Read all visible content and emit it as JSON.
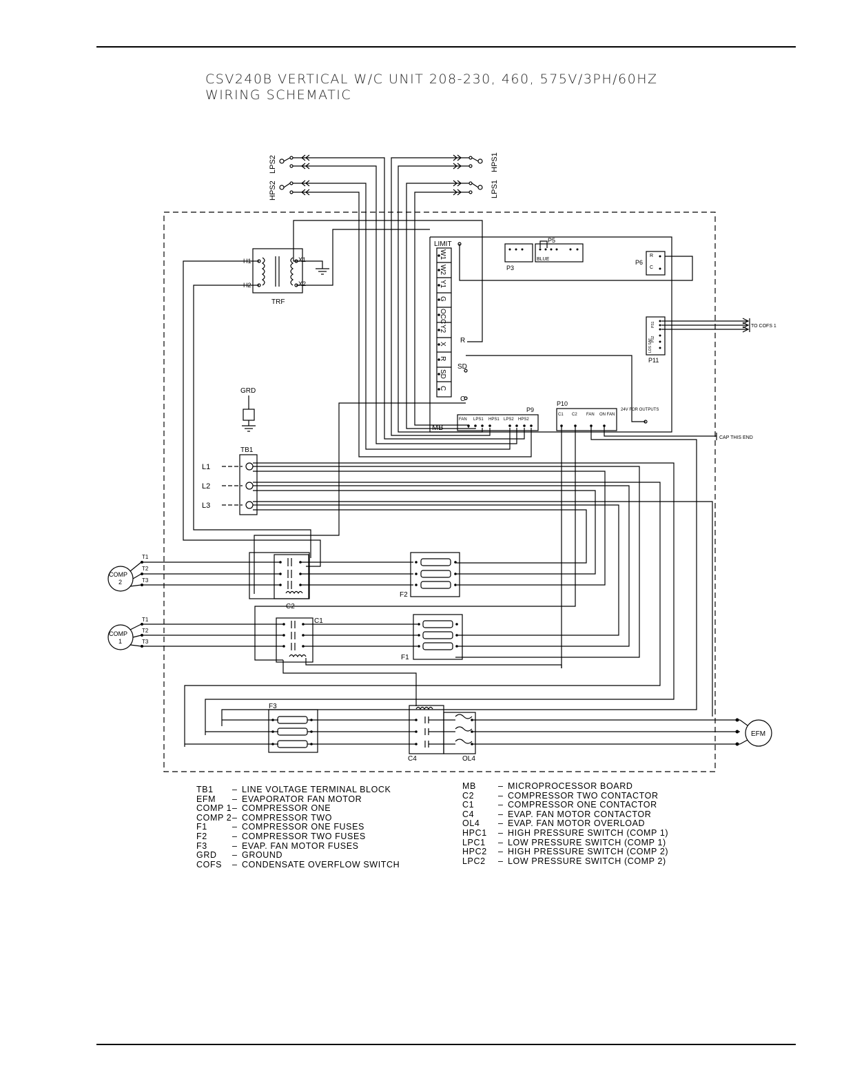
{
  "title": {
    "line1": "CSV240B VERTICAL W/C UNIT 208-230, 460, 575V/3PH/60HZ",
    "line2": "WIRING SCHEMATIC"
  },
  "labels": {
    "lps2": "LPS2",
    "hps2": "HPS2",
    "hps1": "HPS1",
    "lps1": "LPS1",
    "h1": "H1",
    "h2": "H2",
    "x1": "X1",
    "x2": "X2",
    "trf": "TRF",
    "limit": "LIMIT",
    "r": "R",
    "sd": "SD",
    "c": "C",
    "mb": "MB",
    "p3": "P3",
    "p5": "P5",
    "blue": "BLUE",
    "p6": "P6",
    "p6r": "R",
    "p6c": "C",
    "p11": "P11",
    "p11a": "PS1",
    "p11b": "PS2",
    "p11c": "LOS SAF",
    "to_cofs": "TO COFS 1",
    "p9": "P9",
    "p10": "P10",
    "p9_pins": [
      "FAN",
      "LPS1",
      "HPS1",
      "LPS2",
      "HPS2"
    ],
    "p10_pins": [
      "C1",
      "C2",
      "FAN",
      "ON FAN"
    ],
    "out24": "24V FOR OUTPUTS",
    "cap": "CAP THIS END",
    "grd": "GRD",
    "tb1": "TB1",
    "l1": "L1",
    "l2": "L2",
    "l3": "L3",
    "comp2": "COMP",
    "comp2n": "2",
    "comp1": "COMP",
    "comp1n": "1",
    "t1": "T1",
    "t2": "T2",
    "t3": "T3",
    "c2": "C2",
    "c1": "C1",
    "f2": "F2",
    "f1": "F1",
    "f3": "F3",
    "c4": "C4",
    "ol4": "OL4",
    "efm": "EFM",
    "mb_terminals": [
      "W1",
      "W2",
      "Y1",
      "G",
      "OCC",
      "Y2",
      "X",
      "R",
      "SD",
      "C"
    ]
  },
  "legend_left": [
    {
      "code": "TB1",
      "desc": "LINE VOLTAGE TERMINAL BLOCK"
    },
    {
      "code": "EFM",
      "desc": "EVAPORATOR FAN MOTOR"
    },
    {
      "code": "COMP 1",
      "desc": "COMPRESSOR ONE"
    },
    {
      "code": "COMP 2",
      "desc": "COMPRESSOR TWO"
    },
    {
      "code": "F1",
      "desc": "COMPRESSOR ONE FUSES"
    },
    {
      "code": "F2",
      "desc": "COMPRESSOR TWO FUSES"
    },
    {
      "code": "F3",
      "desc": "EVAP. FAN MOTOR FUSES"
    },
    {
      "code": "GRD",
      "desc": "GROUND"
    },
    {
      "code": "COFS",
      "desc": "CONDENSATE OVERFLOW SWITCH"
    }
  ],
  "legend_right": [
    {
      "code": "MB",
      "desc": "MICROPROCESSOR BOARD"
    },
    {
      "code": "C2",
      "desc": "COMPRESSOR TWO CONTACTOR"
    },
    {
      "code": "C1",
      "desc": "COMPRESSOR ONE CONTACTOR"
    },
    {
      "code": "C4",
      "desc": "EVAP. FAN MOTOR CONTACTOR"
    },
    {
      "code": "OL4",
      "desc": "EVAP. FAN MOTOR OVERLOAD"
    },
    {
      "code": "HPC1",
      "desc": "HIGH PRESSURE SWITCH (COMP 1)"
    },
    {
      "code": "LPC1",
      "desc": "LOW PRESSURE SWITCH (COMP 1)"
    },
    {
      "code": "HPC2",
      "desc": "HIGH PRESSURE SWITCH (COMP 2)"
    },
    {
      "code": "LPC2",
      "desc": "LOW PRESSURE SWITCH (COMP 2)"
    }
  ],
  "legend_sep": "–"
}
